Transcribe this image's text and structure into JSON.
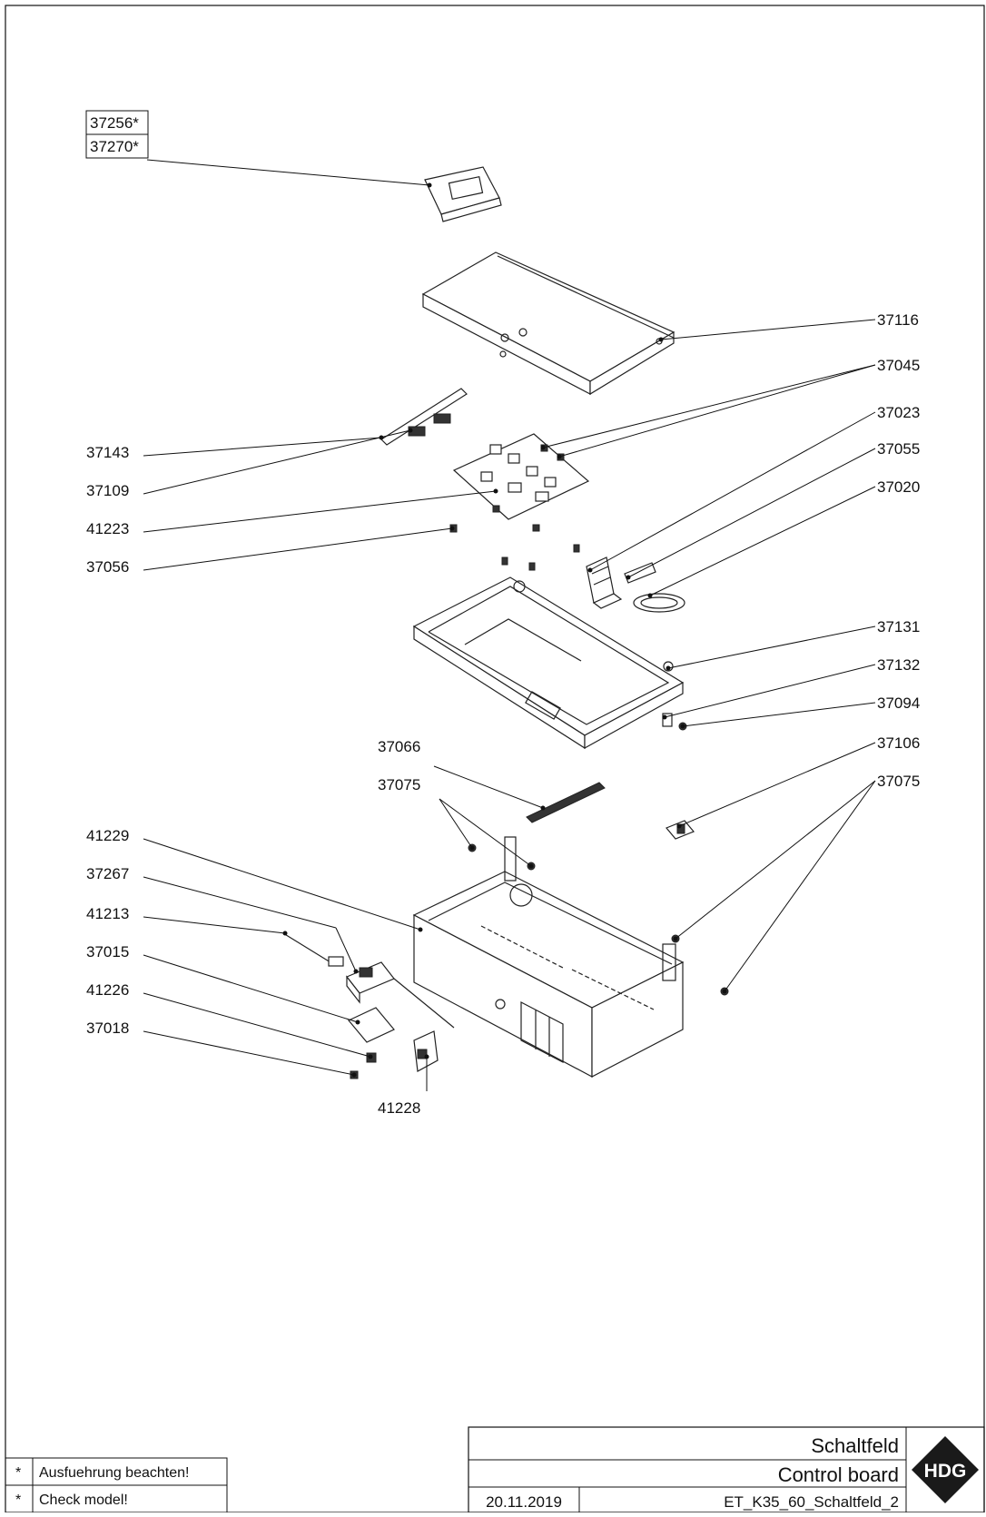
{
  "boxed_labels": [
    "37256*",
    "37270*"
  ],
  "labels_right": [
    "37116",
    "37045",
    "37023",
    "37055",
    "37020",
    "37131",
    "37132",
    "37094",
    "37106",
    "37075"
  ],
  "labels_left": [
    "37143",
    "37109",
    "41223",
    "37056",
    "41229",
    "37267",
    "41213",
    "37015",
    "41226",
    "37018"
  ],
  "labels_middle": [
    "37066",
    "37075",
    "41228"
  ],
  "notes": [
    {
      "mark": "*",
      "text": "Ausfuehrung beachten!"
    },
    {
      "mark": "*",
      "text": "Check model!"
    }
  ],
  "title_block": {
    "title_de": "Schaltfeld",
    "title_en": "Control board",
    "date": "20.11.2019",
    "drawing": "ET_K35_60_Schaltfeld_2",
    "logo_text": "HDG"
  }
}
